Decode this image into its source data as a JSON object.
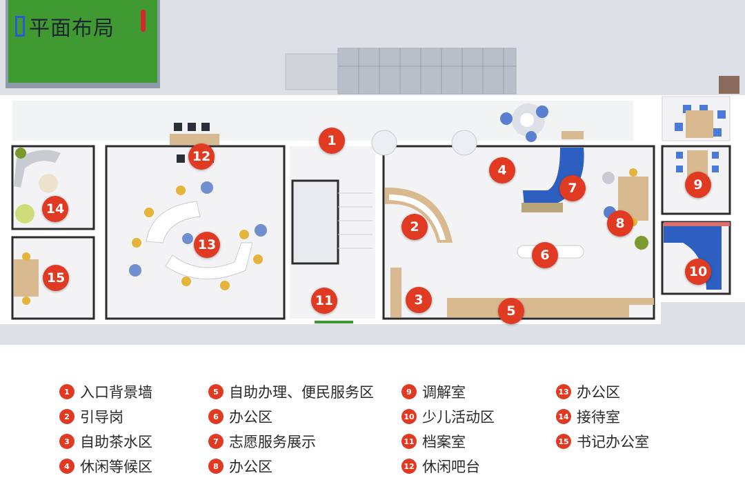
{
  "title": "平面布局",
  "colors": {
    "marker": "#e03a22",
    "title_box": "#2a5bd7",
    "lawn": "#3a9a2e",
    "water": "#2d5fc0",
    "wood": "#d9b98f",
    "floor": "#f3f3f5",
    "wall": "#ffffff"
  },
  "markers": [
    {
      "n": "1"
    },
    {
      "n": "2"
    },
    {
      "n": "3"
    },
    {
      "n": "4"
    },
    {
      "n": "5"
    },
    {
      "n": "6"
    },
    {
      "n": "7"
    },
    {
      "n": "8"
    },
    {
      "n": "9"
    },
    {
      "n": "10"
    },
    {
      "n": "11"
    },
    {
      "n": "12"
    },
    {
      "n": "13"
    },
    {
      "n": "14"
    },
    {
      "n": "15"
    }
  ],
  "legend": [
    [
      {
        "n": "1",
        "label": "入口背景墙"
      },
      {
        "n": "2",
        "label": "引导岗"
      },
      {
        "n": "3",
        "label": "自助茶水区"
      },
      {
        "n": "4",
        "label": "休闲等候区"
      }
    ],
    [
      {
        "n": "5",
        "label": "自助办理、便民服务区"
      },
      {
        "n": "6",
        "label": "办公区"
      },
      {
        "n": "7",
        "label": "志愿服务展示"
      },
      {
        "n": "8",
        "label": "办公区"
      }
    ],
    [
      {
        "n": "9",
        "label": "调解室"
      },
      {
        "n": "10",
        "label": "少儿活动区"
      },
      {
        "n": "11",
        "label": "档案室"
      },
      {
        "n": "12",
        "label": "休闲吧台"
      }
    ],
    [
      {
        "n": "13",
        "label": "办公区"
      },
      {
        "n": "14",
        "label": "接待室"
      },
      {
        "n": "15",
        "label": "书记办公室"
      }
    ]
  ]
}
